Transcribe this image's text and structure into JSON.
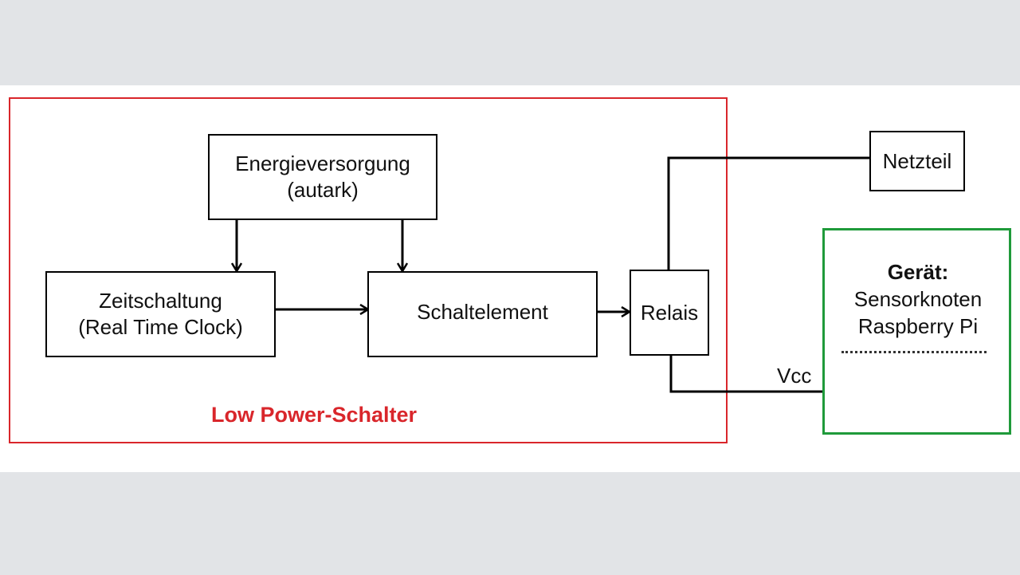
{
  "diagram": {
    "group_label": "Low Power-Schalter",
    "nodes": {
      "energy": {
        "line1": "Energieversorgung",
        "line2": "(autark)"
      },
      "clock": {
        "line1": "Zeitschaltung",
        "line2": "(Real Time Clock)"
      },
      "switch": {
        "label": "Schaltelement"
      },
      "relay": {
        "label": "Relais"
      },
      "psu": {
        "label": "Netzteil"
      }
    },
    "device": {
      "title": "Gerät:",
      "line1": "Sensorknoten",
      "line2": "Raspberry Pi"
    },
    "wire_label": "Vcc",
    "colors": {
      "group": "#d9262b",
      "device": "#1f9a3a",
      "line": "#000000"
    }
  }
}
